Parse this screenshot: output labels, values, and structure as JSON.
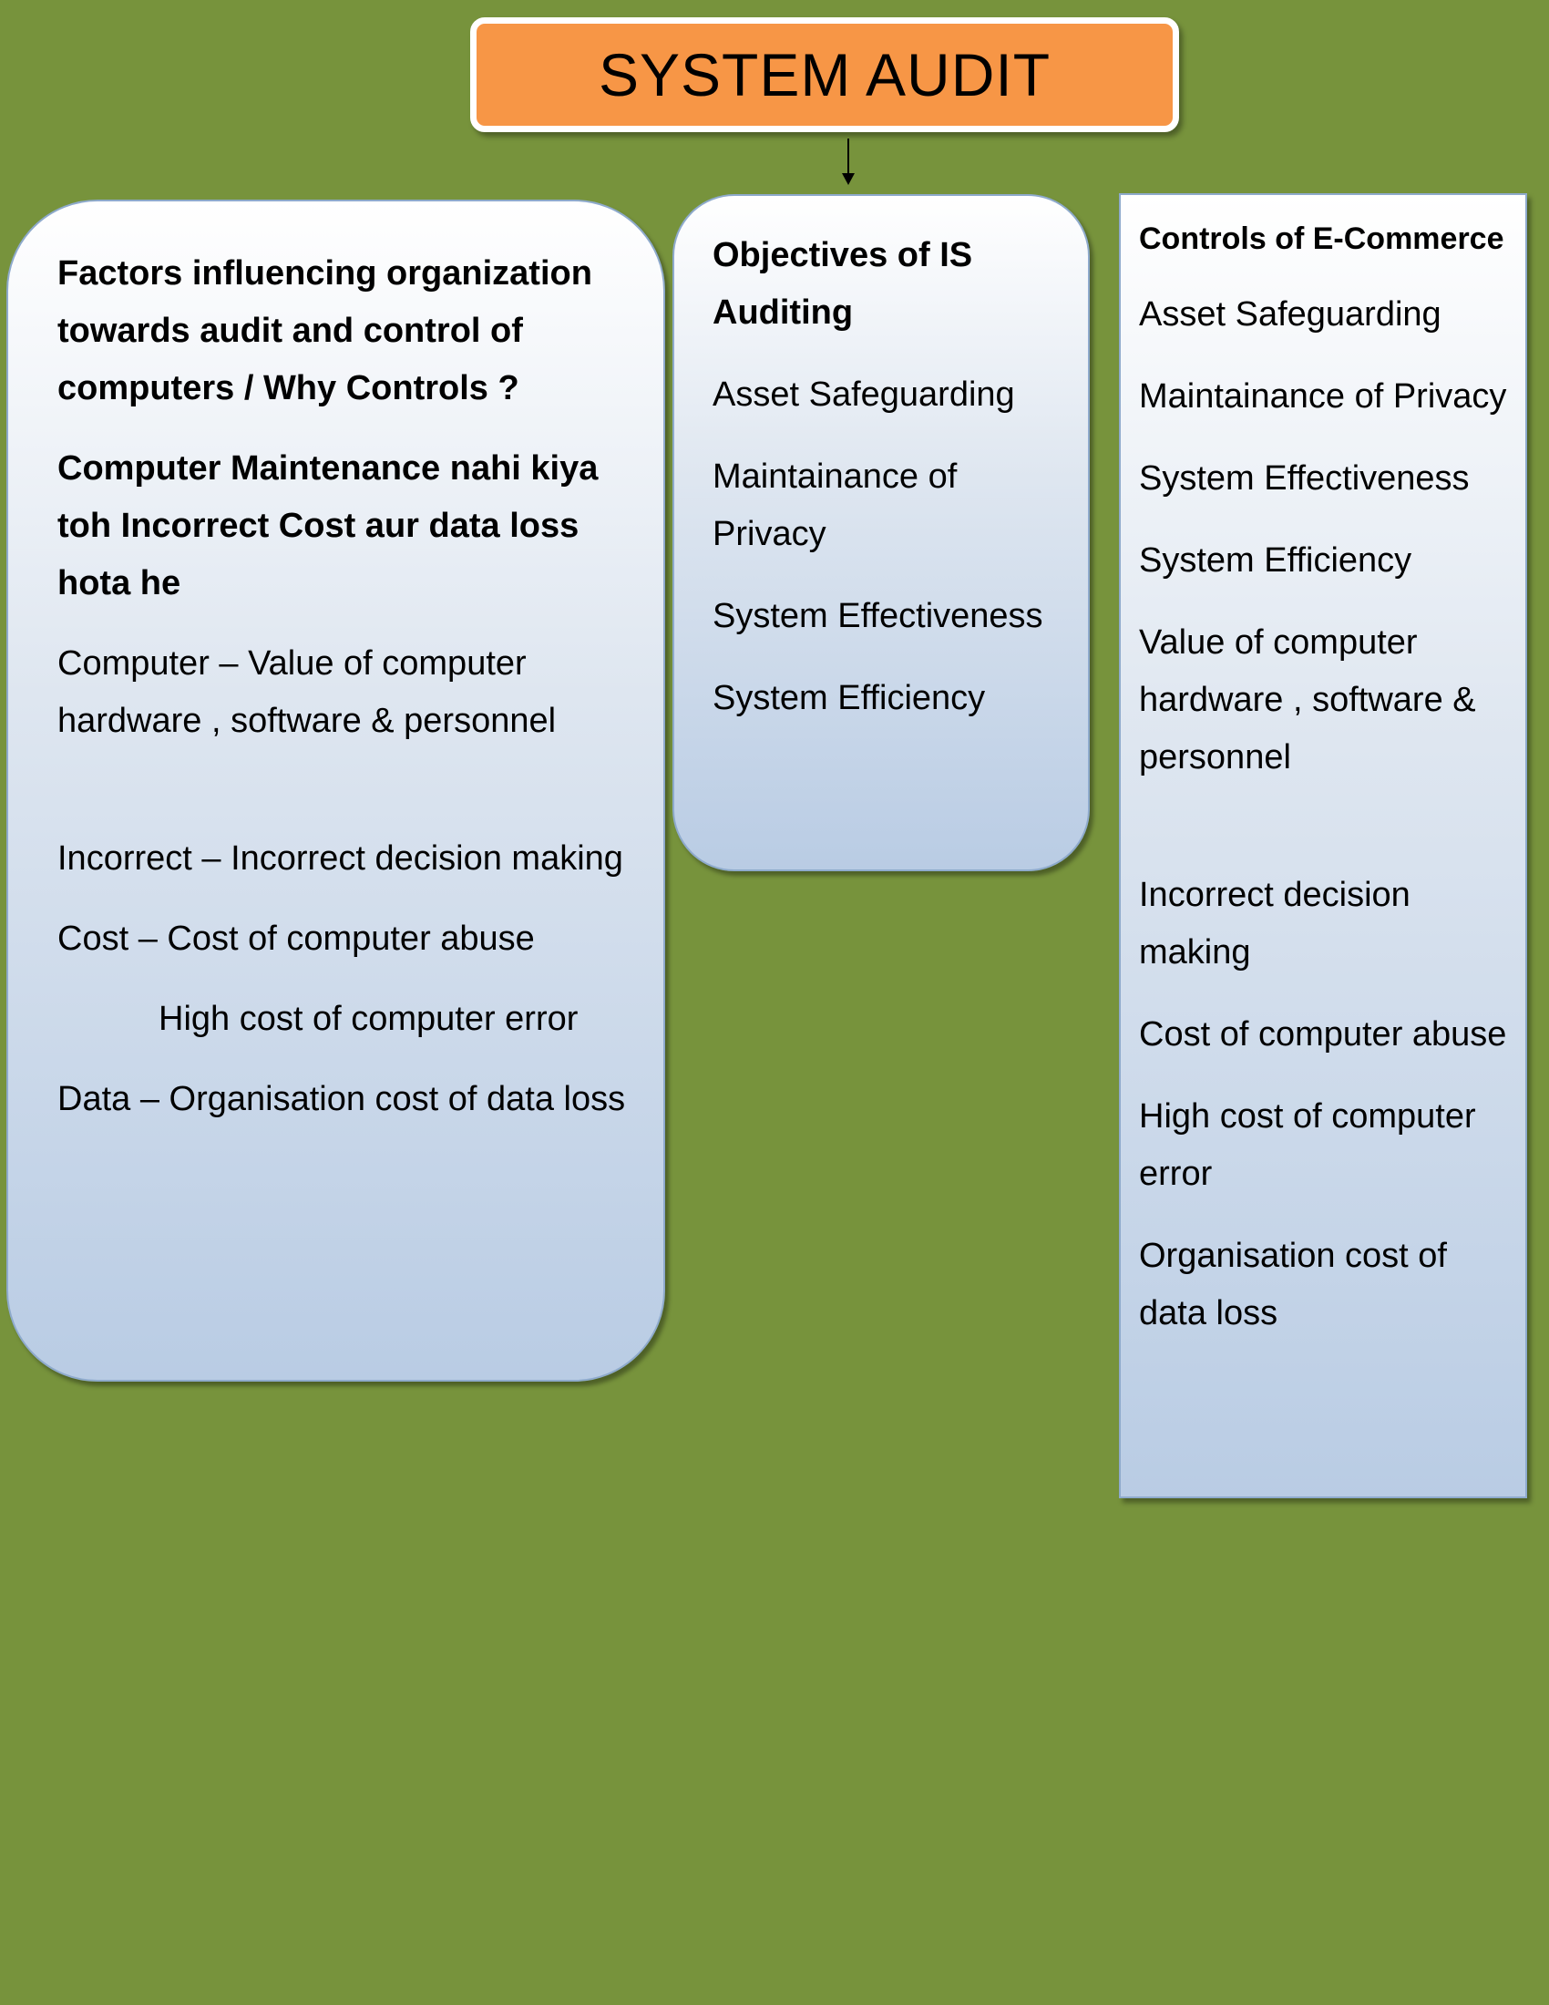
{
  "title": "SYSTEM AUDIT",
  "left_panel": {
    "heading": "Factors influencing organization towards audit and control of computers / Why Controls ?",
    "subheading": "Computer Maintenance nahi kiya toh  Incorrect Cost aur data loss hota he",
    "items": [
      "Computer – Value of computer hardware , software & personnel",
      "Incorrect – Incorrect decision making",
      "Cost – Cost of computer abuse",
      "High cost of computer error",
      "Data – Organisation cost of data loss"
    ]
  },
  "middle_panel": {
    "heading": "Objectives of IS Auditing",
    "items": [
      "Asset Safeguarding",
      "Maintainance of Privacy",
      "System Effectiveness",
      "System Efficiency"
    ]
  },
  "right_panel": {
    "heading": "Controls of E-Commerce",
    "items": [
      "Asset Safeguarding",
      "Maintainance of Privacy",
      "System Effectiveness",
      "System Efficiency",
      "Value of computer hardware , software & personnel",
      "Incorrect decision making",
      "Cost of computer abuse",
      "High cost of computer error",
      "Organisation cost of data loss"
    ]
  },
  "colors": {
    "background": "#77933c",
    "title_fill": "#f79646",
    "panel_top": "#ffffff",
    "panel_bottom": "#b9cce4",
    "panel_border": "#8eaacc"
  }
}
